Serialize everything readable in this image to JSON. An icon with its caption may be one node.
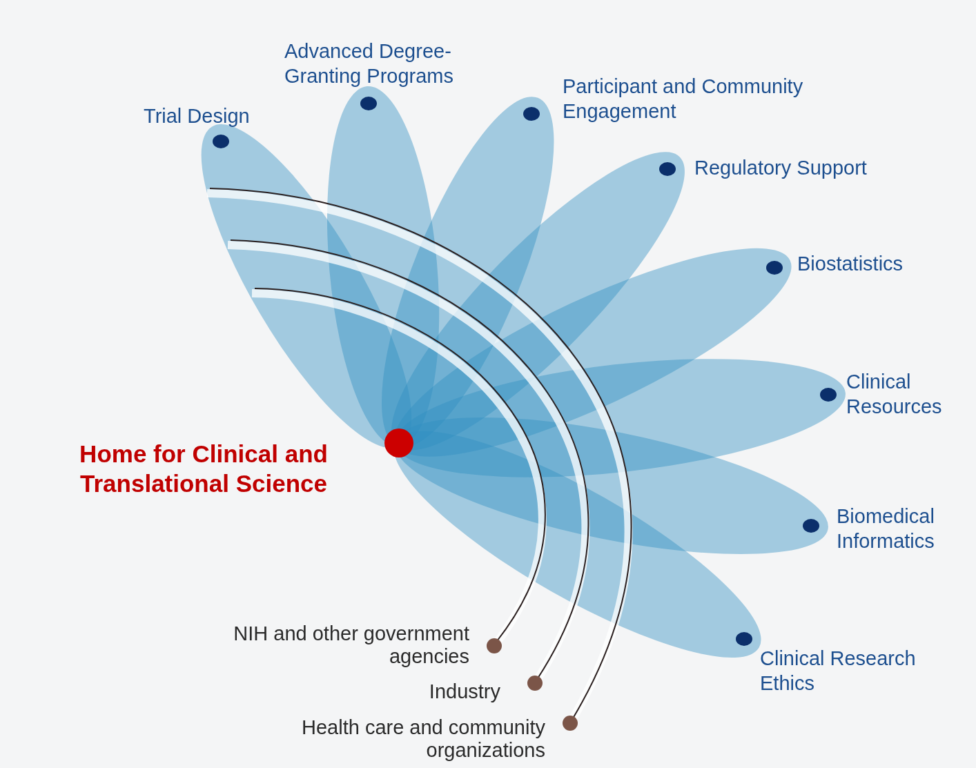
{
  "diagram": {
    "labels": [
      "Advanced Degree- Granting Programs",
      "Participant and Community Engagement",
      "Trial Design",
      "Regulatory Support",
      "Biostatistics",
      "Clinical Resources",
      "Home for Clinical and Translational Science",
      "Biomedical Informatics",
      "NIH and other government agencies",
      "Clinical Research Ethics",
      "Industry",
      "Health care and community organizations"
    ]
  }
}
